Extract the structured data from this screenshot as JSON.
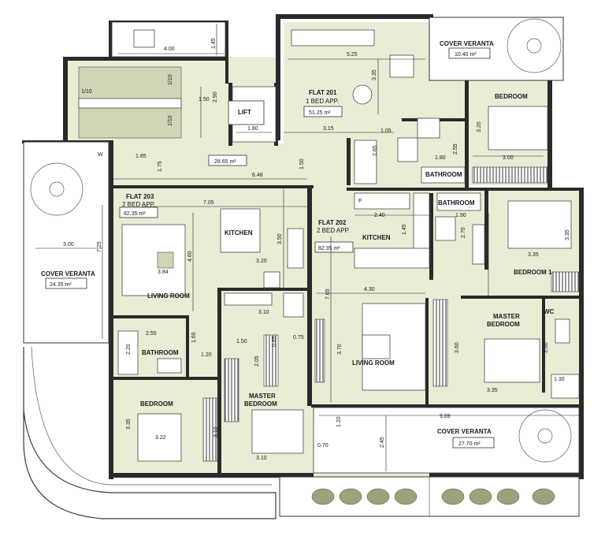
{
  "rooms": {
    "flat201": {
      "name": "FLAT 201",
      "type": "1 BED APP.",
      "area": "51.25 m²"
    },
    "flat202": {
      "name": "FLAT 202",
      "type": "2 BED APP.",
      "area": "82.35 m²"
    },
    "flat203": {
      "name": "FLAT 203",
      "type": "2 BED APP.",
      "area": "82.35 m²"
    },
    "lobby_area": "28.65 m²",
    "lift": "LIFT",
    "cover_veranta_tr": {
      "name": "COVER VERANTA",
      "area": "10.40 m²"
    },
    "cover_veranta_left": {
      "name": "COVER VERANTA",
      "area": "24.35 m²"
    },
    "cover_veranta_bottom": {
      "name": "COVER VERANTA",
      "area": "27.70 m²"
    },
    "bedroom_201": "BEDROOM",
    "bathroom_201": "BATHROOM",
    "bathroom_202": "BATHROOM",
    "kitchen_202": "KITCHEN",
    "bedroom1_202": "BEDROOM 1",
    "master_202": [
      "MASTER",
      "BEDROOM"
    ],
    "living_202": "LIVING ROOM",
    "wc_202": "WC",
    "kitchen_203": "KITCHEN",
    "living_203": "LIVING ROOM",
    "bathroom_203": "BATHROOM",
    "bedroom_203": "BEDROOM",
    "master_203": [
      "MASTER",
      "BEDROOM"
    ],
    "w_tag": "W",
    "f_tag": "F"
  },
  "dimensions": [
    "4.00",
    "1.45",
    "5.25",
    "3.35",
    "1.50",
    "2.90",
    "1.80",
    "3.15",
    "1.05",
    "1.80",
    "2.65",
    "2.55",
    "3.20",
    "3.00",
    "1.85",
    "1.75",
    "6.48",
    "1.50",
    "7.05",
    "3.50",
    "4.60",
    "3.84",
    "3.20",
    "2.40",
    "1.45",
    "1.90",
    "2.70",
    "3.35",
    "3.35",
    "7.25",
    "3.00",
    "4.30",
    "7.65",
    "3.70",
    "3.10",
    "2.55",
    "1.65",
    "2.20",
    "1.20",
    "1.50",
    "0.75",
    "0.85",
    "2.05",
    "3.60",
    "3.60",
    "1.30",
    "3.35",
    "9.89",
    "2.45",
    "0.70",
    "1.20",
    "3.35",
    "3.22",
    "3.10",
    "3.10",
    "1/10",
    "1/10",
    "1/10"
  ],
  "colors": {
    "room_fill": "#e9edd6",
    "wall": "#2a2a2a",
    "furniture_accent": "#cfd6b8"
  }
}
